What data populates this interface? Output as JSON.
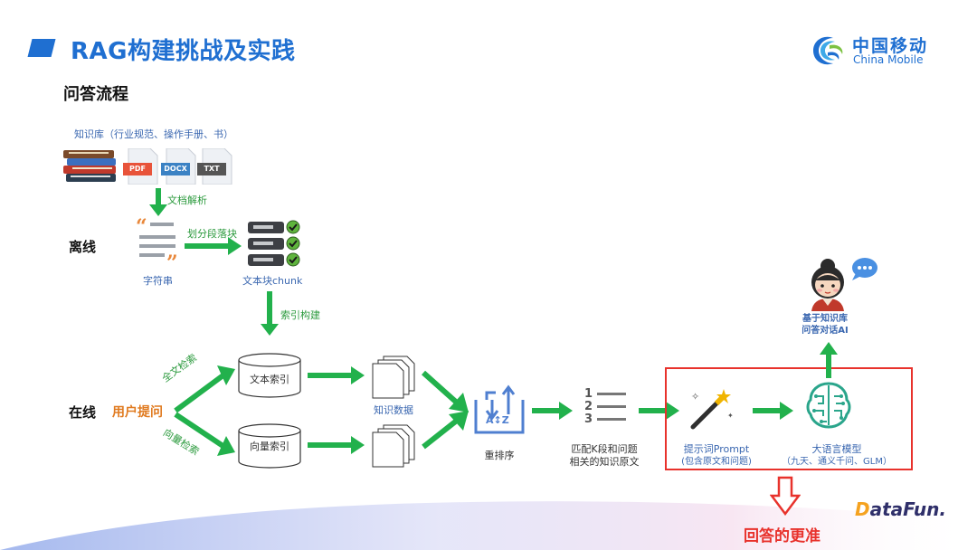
{
  "title": "RAG构建挑战及实践",
  "logo": {
    "cn": "中国移动",
    "en": "China Mobile"
  },
  "section": "问答流程",
  "stages": {
    "offline": "离线",
    "online": "在线"
  },
  "kb": {
    "label": "知识库（行业规范、操作手册、书）",
    "files": [
      {
        "tag": "PDF",
        "color": "#e8533a"
      },
      {
        "tag": "DOCX",
        "color": "#3b82c4"
      },
      {
        "tag": "TXT",
        "color": "#555555"
      }
    ]
  },
  "steps": {
    "parse": "文档解析",
    "string": "字符串",
    "split": "划分段落块",
    "chunk": "文本块chunk",
    "index_build": "索引构建",
    "user_query": "用户提问",
    "fulltext_search": "全文检索",
    "vector_search": "向量检索",
    "text_index": "文本索引",
    "vector_index": "向量索引",
    "knowledge_data": "知识数据",
    "rerank": "重排序",
    "rerank_icon": "A↕Z",
    "matched_line1": "匹配K段和问题",
    "matched_line2": "相关的知识原文",
    "list_nums": [
      "1",
      "2",
      "3"
    ],
    "prompt_line1": "提示词Prompt",
    "prompt_line2": "(包含原文和问题)",
    "llm_line1": "大语言模型",
    "llm_line2": "（九天、通义千问、GLM）",
    "ai_line1": "基于知识库",
    "ai_line2": "问答对话AI"
  },
  "answer": "回答的更准",
  "brand": {
    "prefix": "D",
    "rest": "ataFun."
  },
  "colors": {
    "accent": "#1f6fd1",
    "arrow": "#22b14c",
    "highlight": "#e8322c",
    "orange": "#e07a1f"
  }
}
